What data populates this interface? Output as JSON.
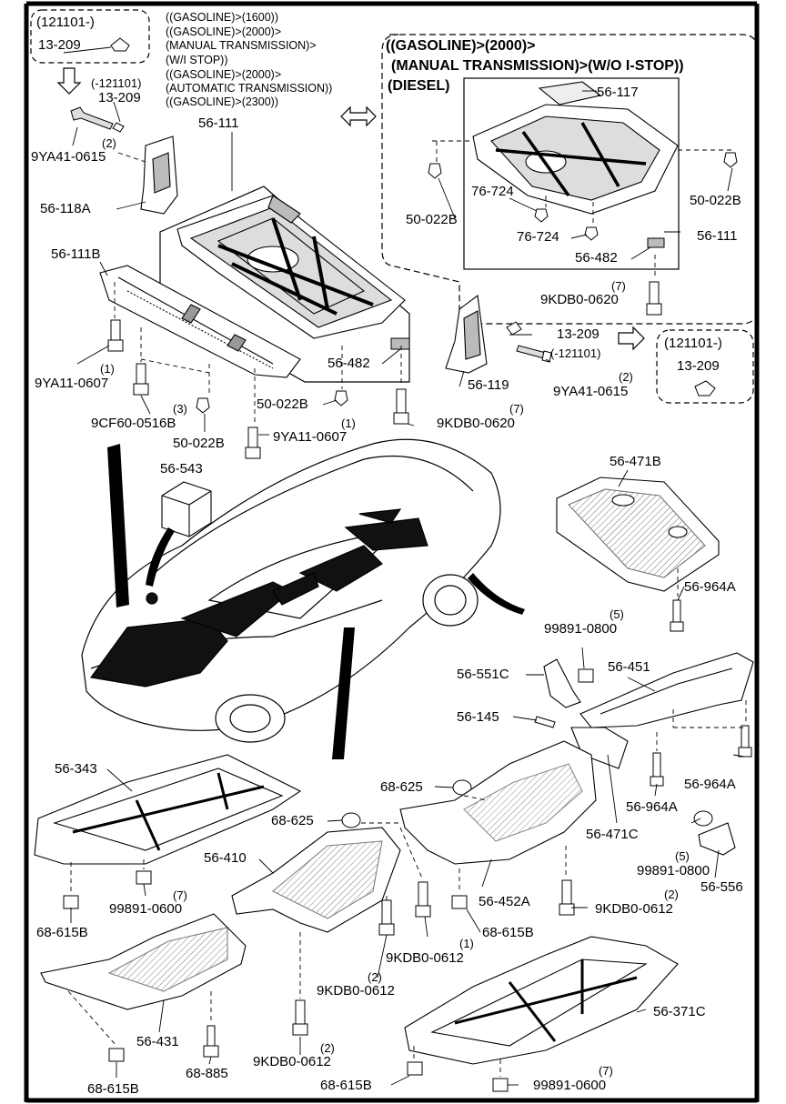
{
  "frame": {
    "left": "",
    "right": ""
  },
  "top_left_callout": {
    "range": "(121101-)",
    "part": "13-209"
  },
  "applicability_notes": [
    "((GASOLINE)>(1600))",
    "((GASOLINE)>(2000)>",
    "(MANUAL TRANSMISSION)>",
    "(W/I STOP))",
    "((GASOLINE)>(2000)>",
    "(AUTOMATIC TRANSMISSION))",
    "((GASOLINE)>(2300))"
  ],
  "right_group_header": [
    "((GASOLINE)>(2000)>",
    "(MANUAL TRANSMISSION)>(W/O I-STOP))",
    "(DIESEL)"
  ],
  "right_callout": {
    "range": "(121101-)",
    "part": "13-209"
  },
  "labels": {
    "p_13209_old": "(-121101)",
    "p_13209": "13-209",
    "p_9ya41_qty": "(2)",
    "p_9ya41": "9YA41-0615",
    "p_56111": "56-111",
    "p_56118a": "56-118A",
    "p_56111b": "56-111B",
    "p_9ya11_qty": "(1)",
    "p_9ya11": "9YA11-0607",
    "p_9cf60_qty": "(3)",
    "p_9cf60": "9CF60-0516B",
    "p_50022b": "50-022B",
    "p_50022b_2": "50-022B",
    "p_9ya11b_qty": "(1)",
    "p_9ya11b": "9YA11-0607",
    "p_56482": "56-482",
    "p_9kdb_620_qty": "(7)",
    "p_9kdb_620": "9KDB0-0620",
    "p_56119": "56-119",
    "p_13209_r": "13-209",
    "p_13209_r_old": "(-121101)",
    "p_9ya41_r_qty": "(2)",
    "p_9ya41_r": "9YA41-0615",
    "r_56117": "56-117",
    "r_50022b_l": "50-022B",
    "r_50022b_r": "50-022B",
    "r_76724_a": "76-724",
    "r_76724_b": "76-724",
    "r_56482": "56-482",
    "r_56111": "56-111",
    "r_9kdb_qty": "(7)",
    "r_9kdb": "9KDB0-0620",
    "p_56543": "56-543",
    "p_56471b": "56-471B",
    "p_56964a": "56-964A",
    "p_99891_800_qty": "(5)",
    "p_99891_800": "99891-0800",
    "p_56551c": "56-551C",
    "p_56451": "56-451",
    "p_56145": "56-145",
    "p_56964a_2": "56-964A",
    "p_56964a_3": "56-964A",
    "p_56343": "56-343",
    "p_68625": "68-625",
    "p_68625_2": "68-625",
    "p_56471c": "56-471C",
    "p_99891_800b": "99891-0800",
    "p_99891_800b_qty": "(5)",
    "p_56556": "56-556",
    "p_56410": "56-410",
    "p_68615b": "68-615B",
    "p_99891_600_qty": "(7)",
    "p_99891_600": "99891-0600",
    "p_56452a": "56-452A",
    "p_9kdb_612_qty": "(2)",
    "p_9kdb_612": "9KDB0-0612",
    "p_68615b_2": "68-615B",
    "p_9kdb_612b_qty": "(1)",
    "p_9kdb_612b": "9KDB0-0612",
    "p_9kdb_612c_qty": "(2)",
    "p_9kdb_612c": "9KDB0-0612",
    "p_56371c": "56-371C",
    "p_56431": "56-431",
    "p_68885": "68-885",
    "p_68615b_3": "68-615B",
    "p_9kdb_612d_qty": "(2)",
    "p_9kdb_612d": "9KDB0-0612",
    "p_68615b_4": "68-615B",
    "p_99891_600b_qty": "(7)",
    "p_99891_600b": "99891-0600"
  }
}
